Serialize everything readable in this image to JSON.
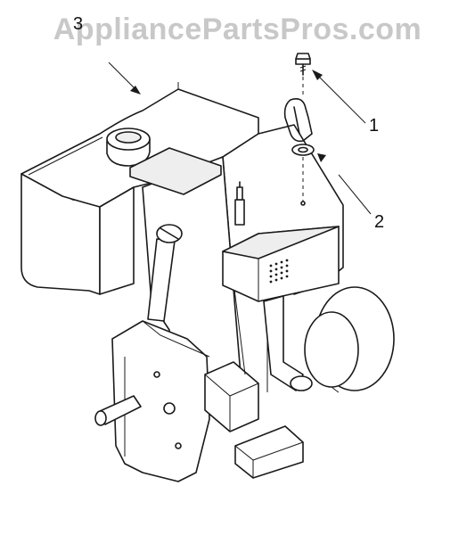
{
  "watermark": "AppliancePartsPros.com",
  "callouts": [
    {
      "label": "1"
    },
    {
      "label": "2"
    },
    {
      "label": "3"
    }
  ],
  "icons": {
    "bolt": "bolt-icon",
    "clip": "d-clip-icon",
    "washer": "washer-icon",
    "engine": "engine-icon",
    "fuel_tank": "fuel-tank-icon",
    "muffler": "muffler-icon"
  },
  "colors": {
    "line": "#1a1a1a",
    "watermark": "#c8c8c8",
    "background": "#ffffff"
  }
}
